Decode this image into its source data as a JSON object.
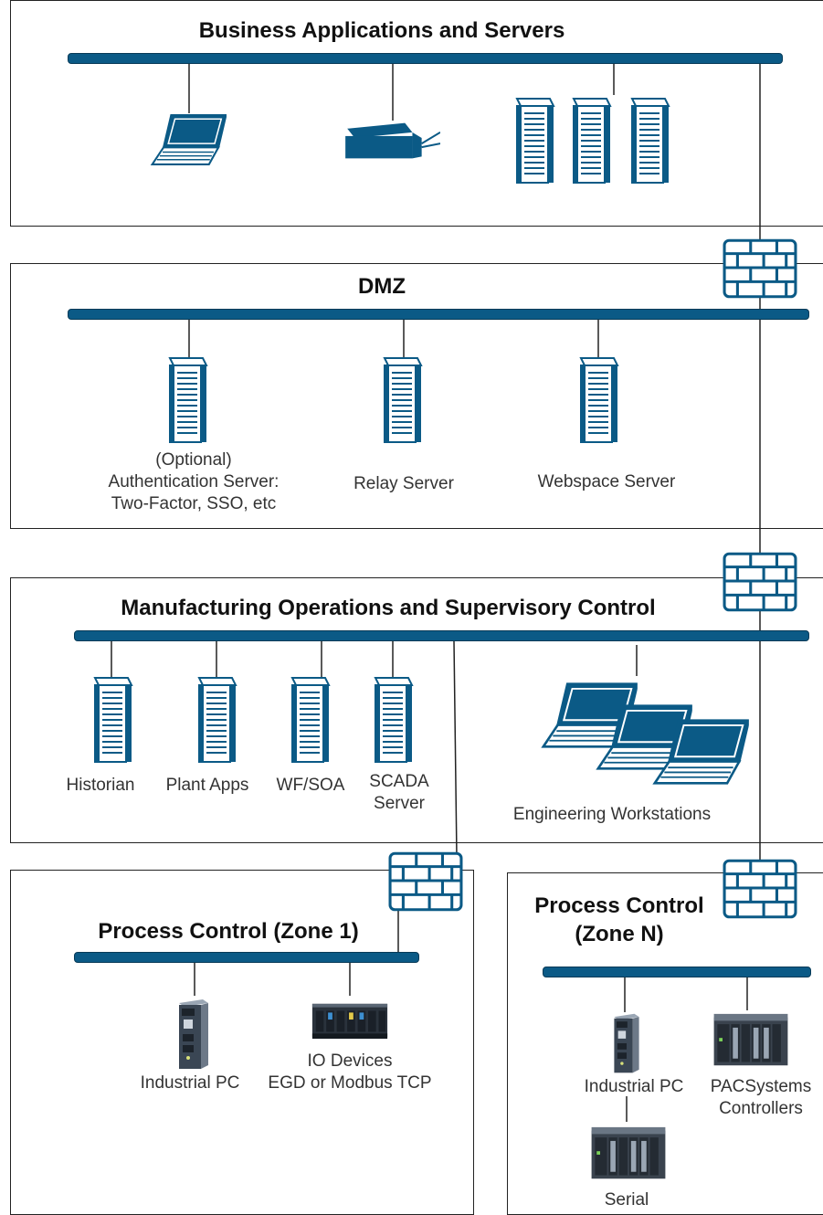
{
  "zones": {
    "business": {
      "title": "Business Applications and Servers"
    },
    "dmz": {
      "title": "DMZ",
      "auth_label": "(Optional)\nAuthentication Server:\nTwo-Factor, SSO, etc",
      "relay_label": "Relay Server",
      "webspace_label": "Webspace Server"
    },
    "mfg": {
      "title": "Manufacturing Operations and Supervisory Control",
      "historian_label": "Historian",
      "plantapps_label": "Plant Apps",
      "wfsoa_label": "WF/SOA",
      "scada_label": "SCADA\nServer",
      "eng_label": "Engineering Workstations"
    },
    "zone1": {
      "title": "Process Control (Zone 1)",
      "ipc_label": "Industrial PC",
      "io_label": "IO Devices\nEGD or Modbus TCP"
    },
    "zonen": {
      "title": "Process Control\n(Zone N)",
      "ipc_label": "Industrial PC",
      "pac_label": "PACSystems\nControllers",
      "serial_label": "Serial"
    }
  },
  "colors": {
    "accent": "#0b5a86",
    "wire": "#222222",
    "firewall": "#0b5a86"
  },
  "icons": [
    "laptop-icon",
    "printer-icon",
    "server-icon",
    "firewall-icon",
    "industrial-pc-icon",
    "io-device-icon",
    "plc-rack-icon"
  ]
}
